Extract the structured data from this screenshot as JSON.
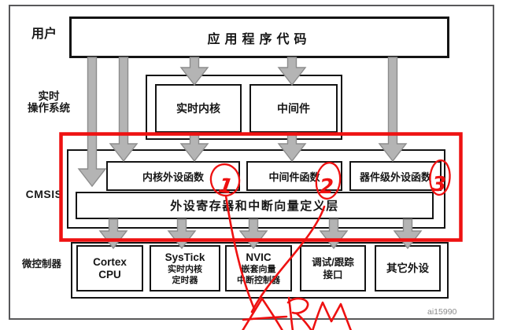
{
  "figure_code": "ai15990",
  "row_labels": {
    "user": "用户",
    "rtos_line1": "实时",
    "rtos_line2": "操作系统",
    "cmsis": "CMSIS",
    "mcu": "微控制器"
  },
  "blocks": {
    "app_code": "应用程序代码",
    "rtos_kernel": "实时内核",
    "middleware": "中间件",
    "core_peripheral_funcs": "内核外设函数",
    "middleware_funcs": "中间件函数",
    "device_peripheral_funcs": "器件级外设函数",
    "register_layer": "外设寄存器和中断向量定义层",
    "mcu": [
      {
        "line1": "Cortex",
        "line2": "CPU"
      },
      {
        "line1": "SysTick",
        "line2": "实时内核",
        "line3": "定时器"
      },
      {
        "line1": "NVIC",
        "line2": "嵌套向量",
        "line3": "中断控制器"
      },
      {
        "line1": "调试/跟踪",
        "line2": "接口"
      },
      {
        "line1": "其它外设"
      }
    ]
  },
  "annotations": {
    "color": "#ee1111",
    "mark1": "1",
    "mark2": "2",
    "mark3": "3",
    "handwriting": "ARM"
  }
}
